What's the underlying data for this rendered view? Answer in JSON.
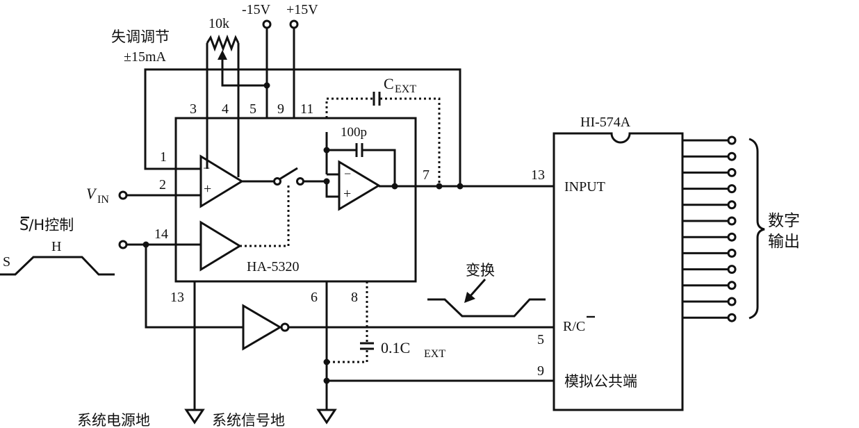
{
  "labels": {
    "offset_adjust": "失调调节",
    "offset_current": "±15mA",
    "pot_value": "10k",
    "neg_supply": "-15V",
    "pos_supply": "+15V",
    "cext": "C",
    "cext_sub": "EXT",
    "c100p": "100p",
    "c01": "0.1C",
    "c01_sub": "EXT",
    "vin": "V",
    "vin_sub": "IN",
    "sh_control": "S/H控制",
    "h_label": "H",
    "s_label": "S",
    "ha_chip": "HA-5320",
    "hi_chip": "HI-574A",
    "input_pin": "INPUT",
    "rc_pin": "R/C",
    "analog_common": "模拟公共端",
    "convert": "变换",
    "digital_output_1": "数字",
    "digital_output_2": "输出",
    "sys_power_gnd": "系统电源地",
    "sys_signal_gnd": "系统信号地"
  },
  "pins": {
    "p3": "3",
    "p4": "4",
    "p5": "5",
    "p9": "9",
    "p11": "11",
    "p1": "1",
    "p2": "2",
    "p14": "14",
    "p7": "7",
    "p13a": "13",
    "p6": "6",
    "p8": "8",
    "hi13": "13",
    "hi5": "5",
    "hi9": "9"
  },
  "digital_outputs": 12
}
